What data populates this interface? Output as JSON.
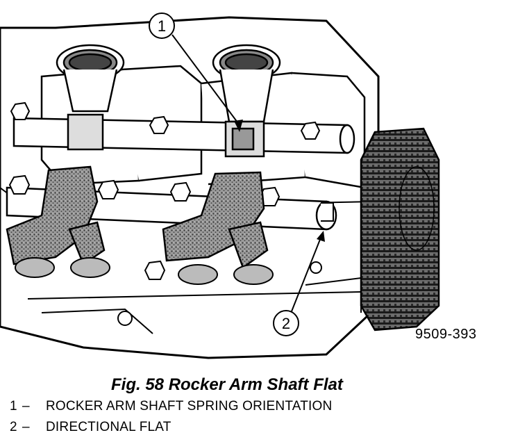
{
  "figure": {
    "reference_code": "9509-393",
    "caption": "Fig. 58 Rocker Arm Shaft Flat",
    "callouts": [
      {
        "number": "1",
        "label": "ROCKER ARM SHAFT SPRING ORIENTATION"
      },
      {
        "number": "2",
        "label": "DIRECTIONAL FLAT"
      }
    ],
    "legend_separator": "–"
  }
}
